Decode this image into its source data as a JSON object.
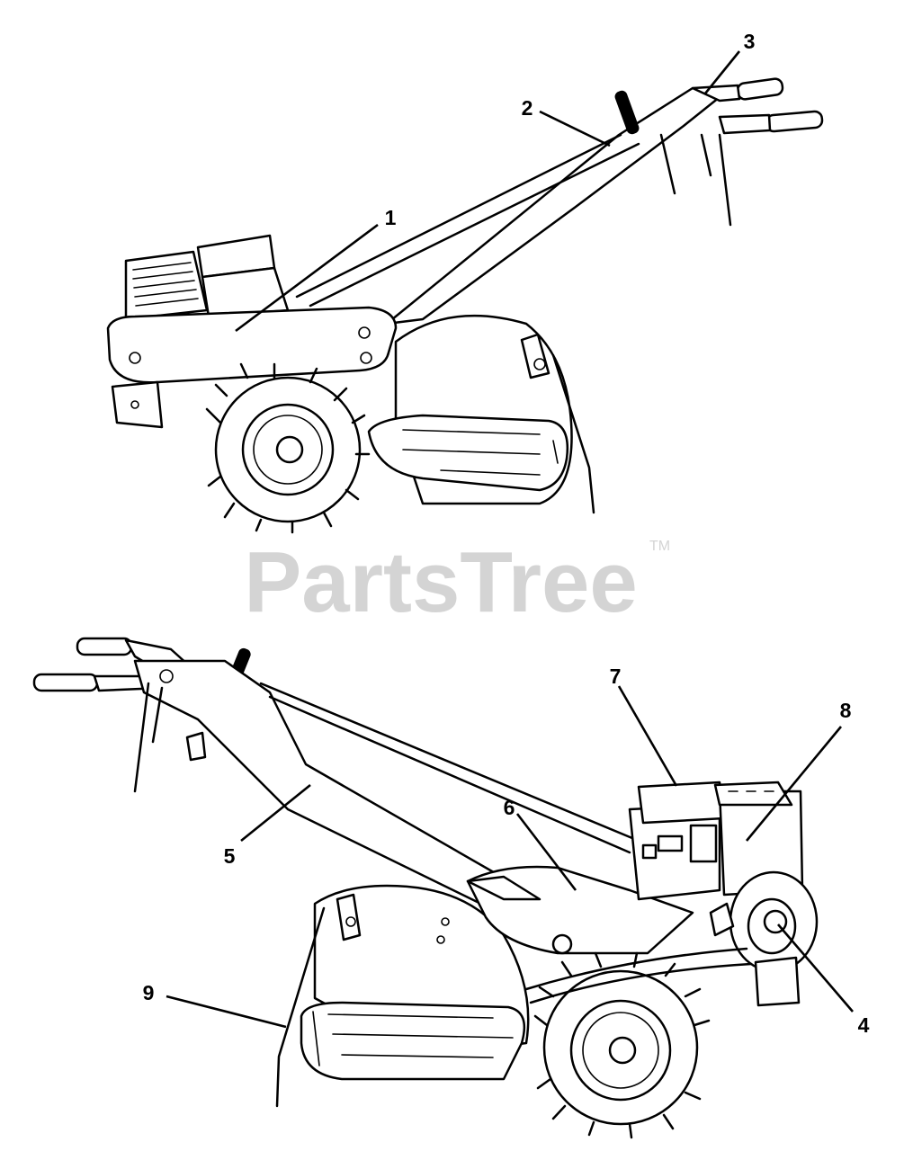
{
  "watermark": {
    "brand": "PartsTree",
    "trademark": "TM"
  },
  "callouts": [
    {
      "number": "1"
    },
    {
      "number": "2"
    },
    {
      "number": "3"
    },
    {
      "number": "4"
    },
    {
      "number": "5"
    },
    {
      "number": "6"
    },
    {
      "number": "7"
    },
    {
      "number": "8"
    },
    {
      "number": "9"
    }
  ],
  "colors": {
    "ink": "#000000",
    "paper": "#ffffff",
    "watermark": "#d4d4d4"
  }
}
